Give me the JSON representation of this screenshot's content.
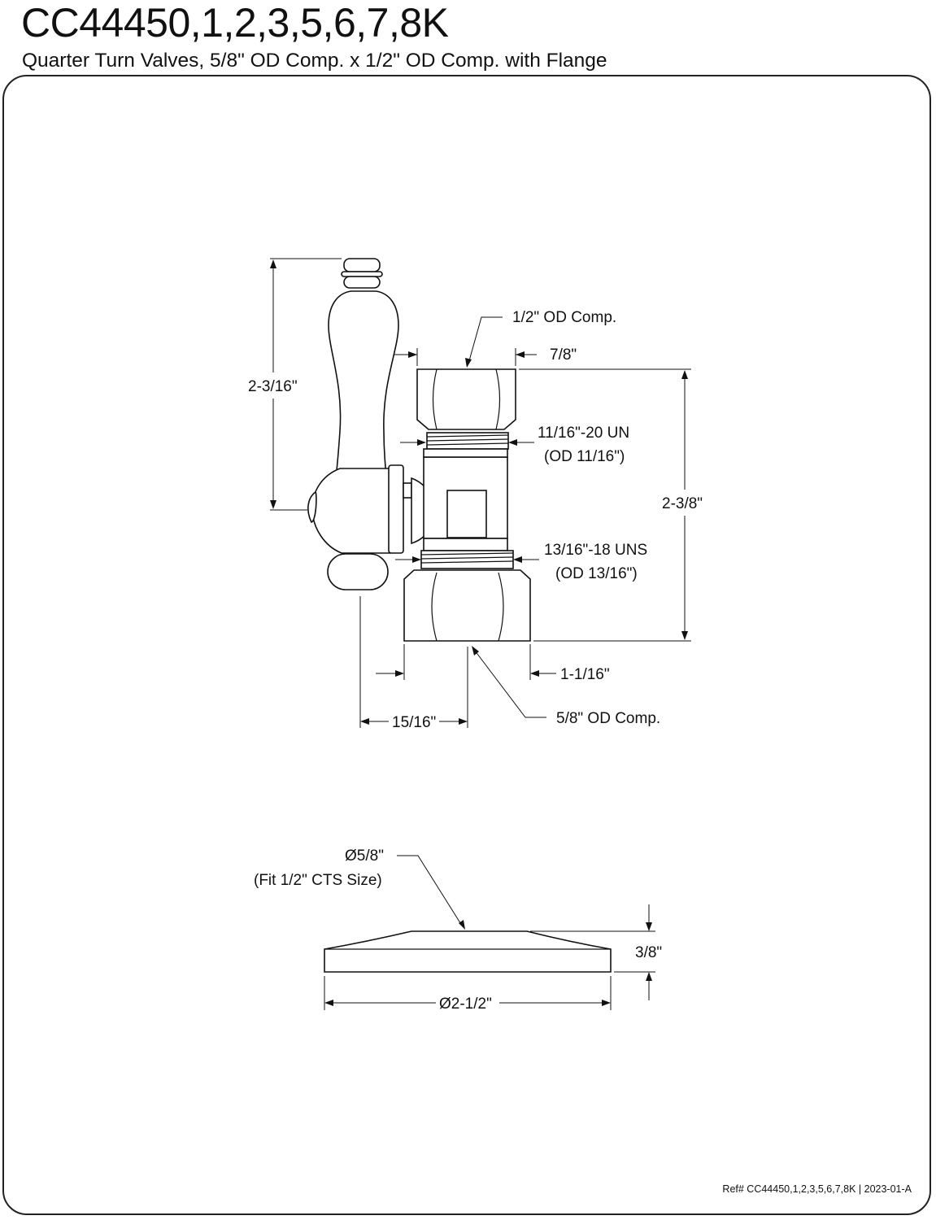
{
  "header": {
    "title": "CC44450,1,2,3,5,6,7,8K",
    "subtitle": "Quarter Turn Valves, 5/8\" OD Comp. x 1/2\" OD Comp. with Flange"
  },
  "valve_dimensions": {
    "outlet": "1/2\" OD Comp.",
    "outlet_nut_width": "7/8\"",
    "outlet_thread": "11/16\"-20 UN",
    "outlet_thread_od": "(OD 11/16\")",
    "handle_height": "2-3/16\"",
    "body_height": "2-3/8\"",
    "inlet_thread": "13/16\"-18 UNS",
    "inlet_thread_od": "(OD 13/16\")",
    "inlet_nut_width": "1-1/16\"",
    "handle_offset": "15/16\"",
    "inlet": "5/8\" OD Comp."
  },
  "flange_dimensions": {
    "bore": "Ø5/8\"",
    "bore_note": "(Fit 1/2\" CTS Size)",
    "height": "3/8\"",
    "diameter": "Ø2-1/2\""
  },
  "footer": {
    "ref": "Ref# CC44450,1,2,3,5,6,7,8K | 2023-01-A"
  }
}
